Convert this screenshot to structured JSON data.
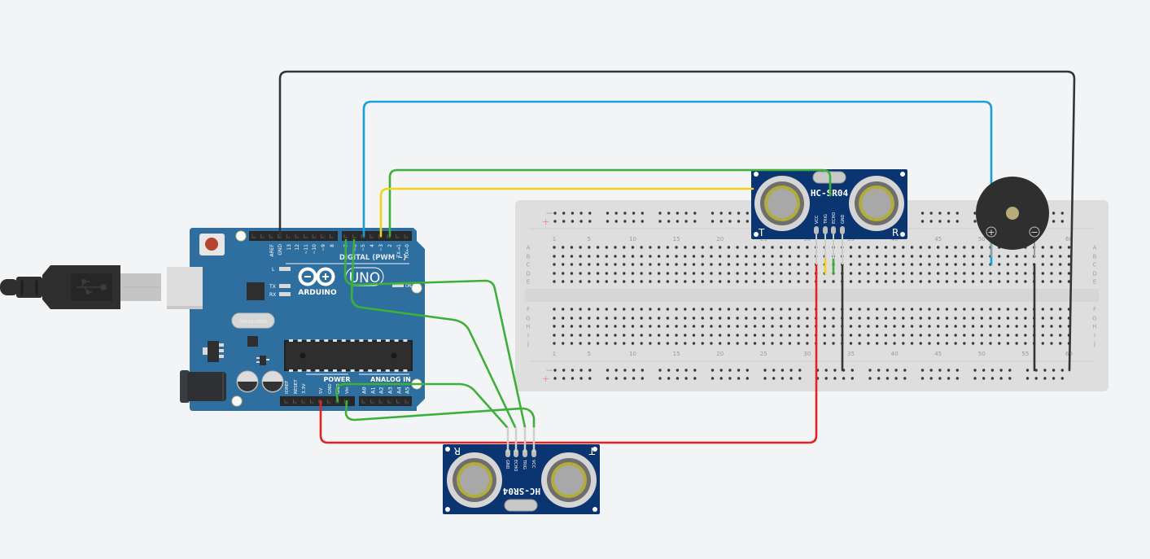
{
  "colors": {
    "background": "#f3f4f6",
    "arduino_board": "#2f6f9f",
    "sensor_board": "#0b3570",
    "breadboard": "#dcdcdc",
    "wire_black": "#333538",
    "wire_blue": "#1a9fd6",
    "wire_green": "#3db03a",
    "wire_yellow": "#f2d11a",
    "wire_red": "#e02424",
    "buzzer": "#2f2f2f",
    "buzzer_center": "#b6a97a"
  },
  "arduino": {
    "logo_text": "ARDUINO",
    "model": "UNO",
    "crystal_text": "SPK16.000G",
    "led_labels": [
      "L",
      "TX",
      "RX"
    ],
    "on_label": "ON",
    "digital_label": "DIGITAL (PWM ~)",
    "power_label": "POWER",
    "analog_label": "ANALOG IN",
    "top_left_pins": [
      "AREF",
      "GND",
      "13",
      "12",
      "~11",
      "~10",
      "~9",
      "8"
    ],
    "top_right_pins": [
      "7",
      "~6",
      "~5",
      "4",
      "~3",
      "2",
      "TX→1",
      "RX←0"
    ],
    "power_pins": [
      "IOREF",
      "RESET",
      "3.3V",
      "5V",
      "GND",
      "GND",
      "Vin"
    ],
    "analog_pins": [
      "A0",
      "A1",
      "A2",
      "A3",
      "A4",
      "A5"
    ]
  },
  "usb_cable": {
    "icon": "usb-icon"
  },
  "sensor_top": {
    "model": "HC-SR04",
    "pins": [
      "VCC",
      "TRIG",
      "ECHO",
      "GND"
    ],
    "left_label": "T",
    "right_label": "R"
  },
  "sensor_bottom": {
    "model": "HC-SR04",
    "pins": [
      "GND",
      "ECHO",
      "TRIG",
      "VCC"
    ],
    "left_label": "R",
    "right_label": "T"
  },
  "buzzer": {
    "plus": "+",
    "minus": "−"
  },
  "breadboard": {
    "columns": 60,
    "column_labels": [
      "1",
      "5",
      "10",
      "15",
      "20",
      "25",
      "30",
      "35",
      "40",
      "45",
      "50",
      "55",
      "60"
    ],
    "rows_top": [
      "A",
      "B",
      "C",
      "D",
      "E"
    ],
    "rows_bottom": [
      "F",
      "G",
      "H",
      "I",
      "J"
    ],
    "rail_minus": "−",
    "rail_plus": "+"
  },
  "wires": [
    {
      "name": "wire-gnd-black-top",
      "color": "wire_black",
      "from": "Arduino GND",
      "to": "Breadboard col 60 rail"
    },
    {
      "name": "wire-pin5-blue",
      "color": "wire_blue",
      "from": "Arduino ~5",
      "to": "Buzzer + (col 51)"
    },
    {
      "name": "wire-pin2-green",
      "color": "wire_green",
      "from": "Arduino 2",
      "to": "Top sensor ECHO"
    },
    {
      "name": "wire-pin3-yellow",
      "color": "wire_yellow",
      "from": "Arduino ~3",
      "to": "Top sensor TRIG"
    },
    {
      "name": "wire-5v-red",
      "color": "wire_red",
      "from": "Arduino 5V",
      "to": "Top sensor VCC (col 31)"
    },
    {
      "name": "wire-pin7-green",
      "color": "wire_green",
      "from": "Arduino 7",
      "to": "Bottom sensor TRIG"
    },
    {
      "name": "wire-pin6-green",
      "color": "wire_green",
      "from": "Arduino ~6",
      "to": "Bottom sensor ECHO"
    },
    {
      "name": "wire-gnd-green",
      "color": "wire_green",
      "from": "Arduino GND",
      "to": "Bottom sensor GND"
    },
    {
      "name": "wire-vin-green",
      "color": "wire_green",
      "from": "Arduino Vin",
      "to": "Bottom sensor VCC"
    },
    {
      "name": "wire-sensor-gnd-black",
      "color": "wire_black",
      "from": "Top sensor GND (col 34)",
      "to": "Bottom rail"
    },
    {
      "name": "wire-buzzer-gnd-black",
      "color": "wire_black",
      "from": "Buzzer − (col 56)",
      "to": "Bottom rail"
    }
  ]
}
